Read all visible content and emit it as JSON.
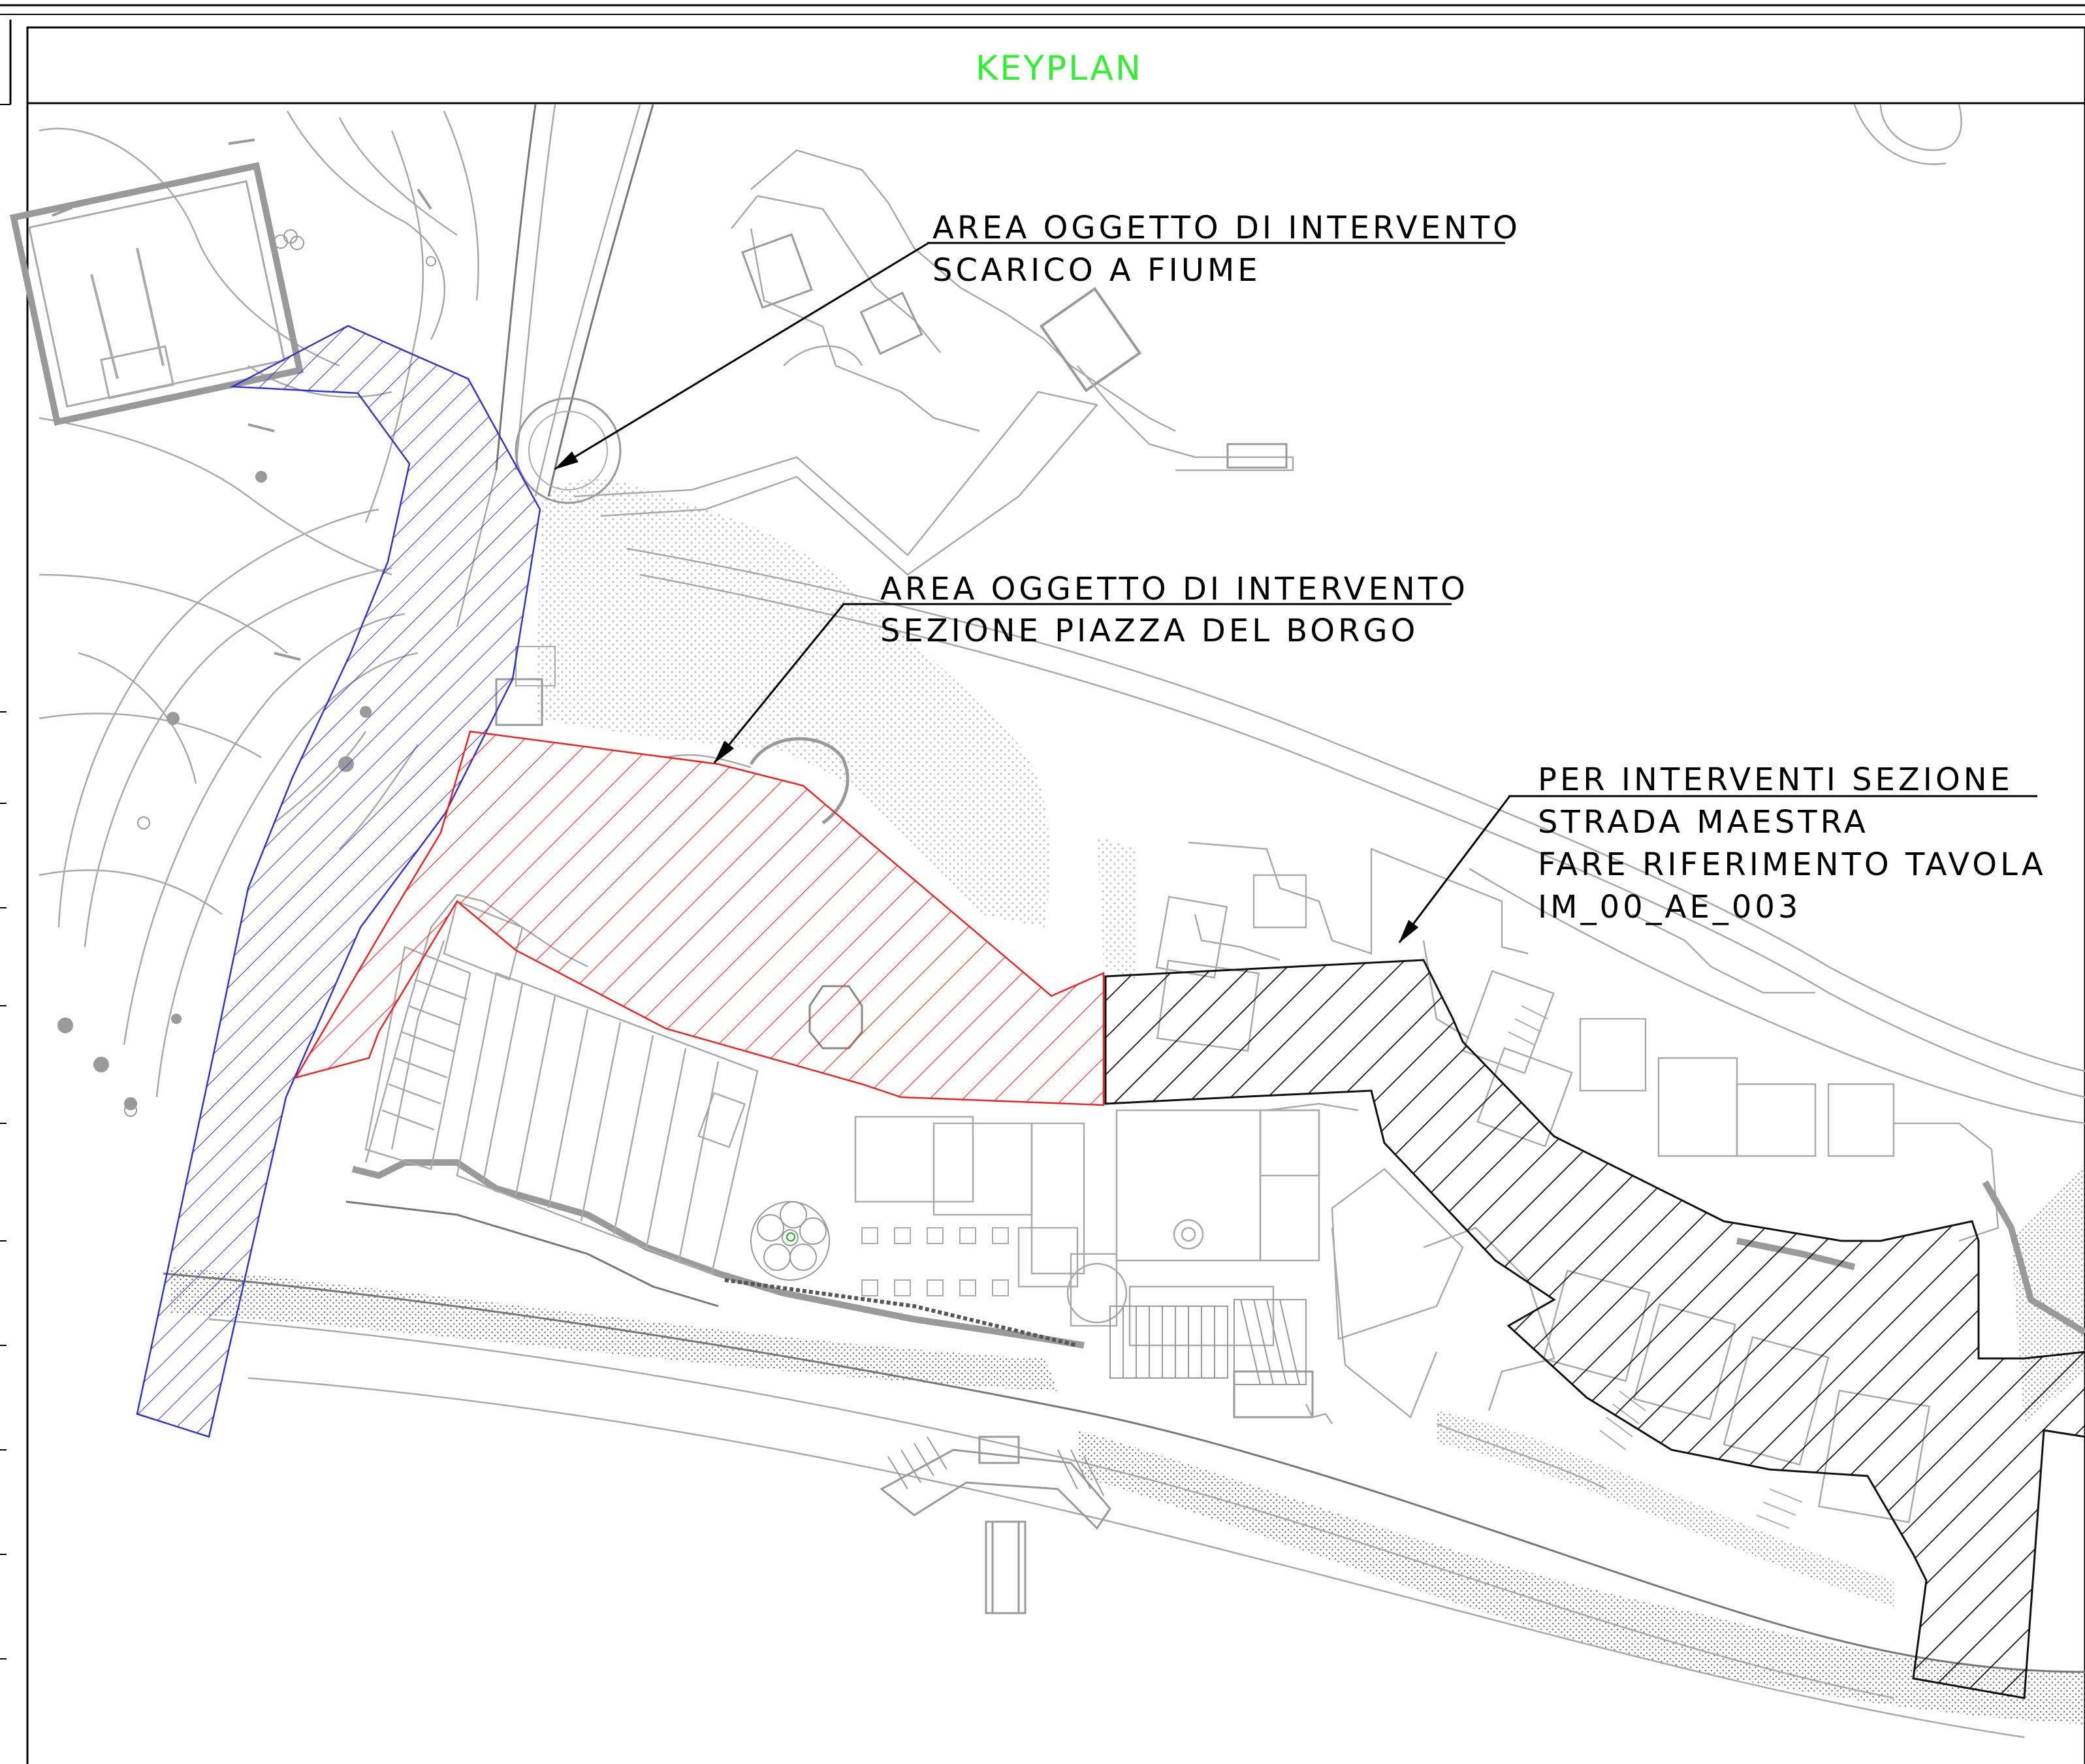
{
  "sheet": {
    "title": "KEYPLAN",
    "title_color": "#33ee33"
  },
  "areas": [
    {
      "id": "scarico-fiume",
      "color": "#3333cc",
      "label_lines": [
        "AREA OGGETTO DI INTERVENTO",
        "SCARICO A FIUME"
      ]
    },
    {
      "id": "piazza-borgo",
      "color": "#ee2222",
      "label_lines": [
        "AREA OGGETTO DI INTERVENTO",
        "SEZIONE PIAZZA DEL BORGO"
      ]
    },
    {
      "id": "strada-maestra",
      "color": "#111111",
      "label_lines": [
        "PER INTERVENTI SEZIONE",
        "STRADA MAESTRA",
        "FARE RIFERIMENTO TAVOLA",
        "IM_00_AE_003"
      ]
    }
  ],
  "colors": {
    "line_work": "#a9a9a9",
    "frame": "#000000",
    "leader": "#000000"
  }
}
